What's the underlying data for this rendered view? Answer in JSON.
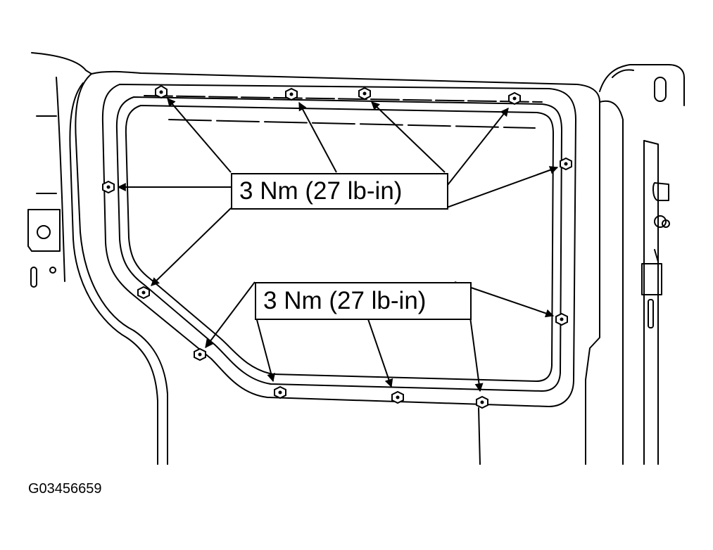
{
  "callouts": {
    "upper_torque": "3 Nm (27 lb-in)",
    "lower_torque": "3 Nm (27 lb-in)"
  },
  "figure_code": "G03456659",
  "colors": {
    "line": "#000000",
    "background": "#ffffff"
  }
}
